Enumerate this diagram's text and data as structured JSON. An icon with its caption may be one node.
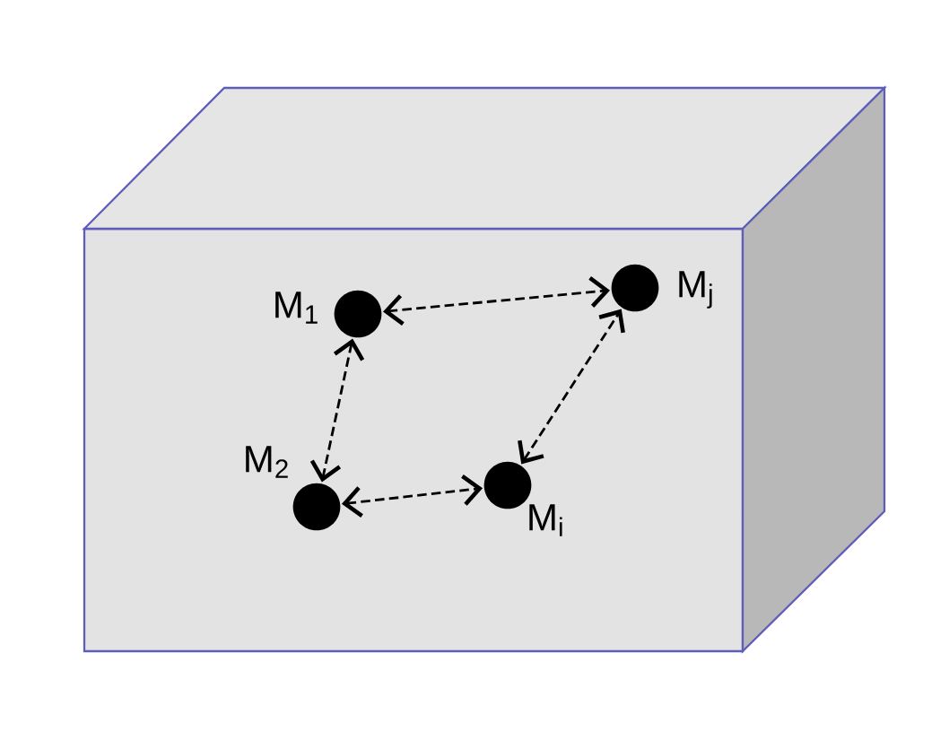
{
  "diagram": {
    "nodes": [
      {
        "text": [],
        "shape": "circle",
        "beside": [
          "M$_{1}$"
        ]
      },
      {
        "text": [],
        "shape": "circle",
        "beside": [
          "M$_{j}$"
        ]
      },
      {
        "text": [],
        "shape": "circle",
        "beside": [
          "M$_{2}$"
        ]
      },
      {
        "text": [],
        "shape": "circle",
        "beside": [
          "M$_{i}$"
        ]
      }
    ],
    "edges": [
      {
        "from": 0,
        "to": 1,
        "arrow": "both",
        "style": "dashed"
      },
      {
        "from": 0,
        "to": 2,
        "arrow": "both",
        "style": "dashed"
      },
      {
        "from": 2,
        "to": 3,
        "arrow": "both",
        "style": "dashed"
      },
      {
        "from": 3,
        "to": 1,
        "arrow": "both",
        "style": "dashed"
      }
    ]
  }
}
